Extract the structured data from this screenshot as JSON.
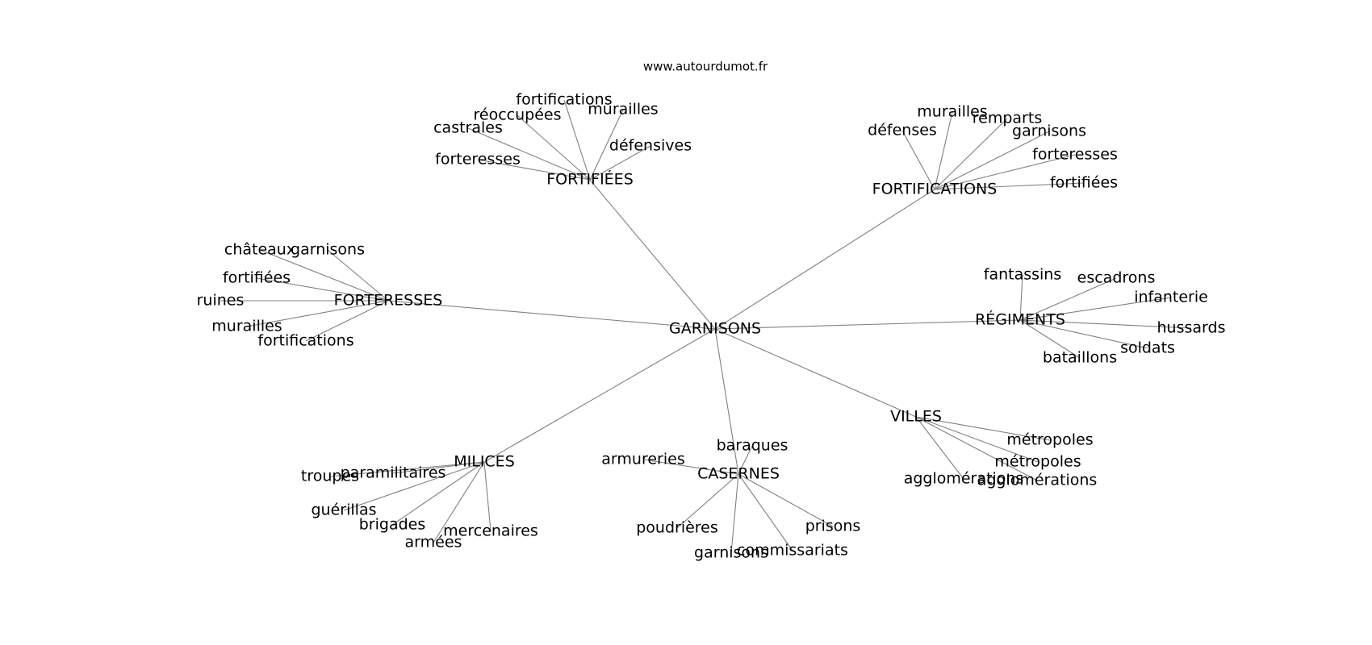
{
  "source": "www.autourdumot.fr",
  "graph": {
    "center": "GARNISONS",
    "branches": [
      {
        "label": "FORTIFIÉES",
        "children": [
          "fortifications",
          "réoccupées",
          "murailles",
          "castrales",
          "défensives",
          "forteresses"
        ]
      },
      {
        "label": "FORTIFICATIONS",
        "children": [
          "murailles",
          "remparts",
          "défenses",
          "garnisons",
          "forteresses",
          "fortifiées"
        ]
      },
      {
        "label": "FORTERESSES",
        "children": [
          "châteaux",
          "garnisons",
          "fortifiées",
          "ruines",
          "murailles",
          "fortifications"
        ]
      },
      {
        "label": "RÉGIMENTS",
        "children": [
          "fantassins",
          "escadrons",
          "infanterie",
          "hussards",
          "soldats",
          "bataillons"
        ]
      },
      {
        "label": "VILLES",
        "children": [
          "métropoles",
          "métropoles",
          "agglomérations",
          "agglomérations"
        ]
      },
      {
        "label": "MILICES",
        "children": [
          "paramilitaires",
          "troupes",
          "guérillas",
          "brigades",
          "mercenaires",
          "armées"
        ]
      },
      {
        "label": "CASERNES",
        "children": [
          "baraques",
          "armureries",
          "poudrières",
          "prisons",
          "commissariats",
          "garnisons"
        ]
      }
    ]
  }
}
